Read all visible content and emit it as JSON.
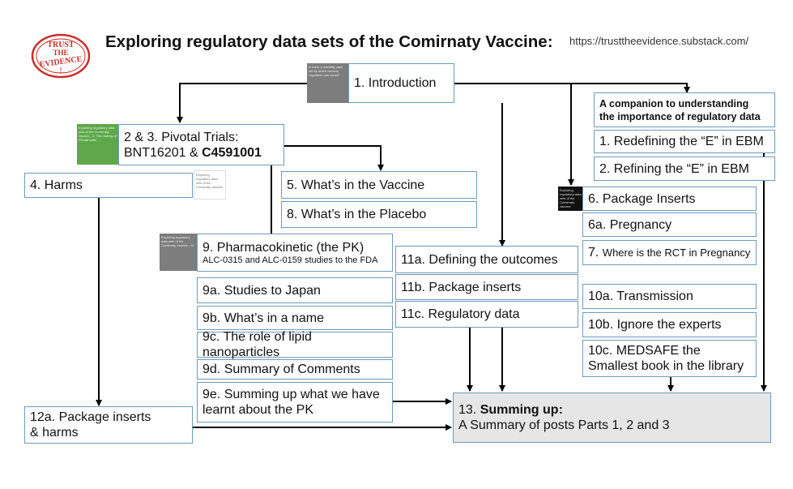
{
  "logo": {
    "line1": "TRUST",
    "line2": "THE",
    "line3": "EVIDENCE",
    "line4": "!"
  },
  "header": {
    "title": "Exploring regulatory data sets of the Comirnaty Vaccine",
    "title_suffix": ":",
    "url": "https://trusttheevidence.substack.com/"
  },
  "boxes": {
    "intro": "1. Introduction",
    "pivotal_line1": "2 & 3. Pivotal Trials:",
    "pivotal_line2": "BNT16201 & ",
    "pivotal_line2_bold": "C4591001",
    "harms": "4. Harms",
    "vaccine": "5. What’s in the  Vaccine",
    "placebo": "8. What’s in  the  Placebo",
    "pk_line1": "9. Pharmacokinetic (the PK)",
    "pk_line2": "ALC-0315 and ALC-0159 studies to the FDA",
    "japan": "9a. Studies to Japan",
    "name": "9b. What’s in a name",
    "lipid": "9c. The role of  lipid nanoparticles",
    "comments": "9d. Summary of Comments",
    "summing_pk_line1": "9e. Summing up what we have",
    "summing_pk_line2": "learnt about the PK",
    "outcomes": "11a. Defining the outcomes",
    "inserts_11b": "11b. Package inserts",
    "regulatory": "11c. Regulatory data",
    "pkg_harms_line1": "12a. Package inserts",
    "pkg_harms_line2": "& harms",
    "summary_prefix": "13. ",
    "summary_bold": "Summing up:",
    "summary_line2": "A Summary of posts Parts  1, 2 and 3",
    "companion_line1": "A companion to understanding",
    "companion_line2": "the importance of regulatory data",
    "redefining": "1. Redefining the “E” in EBM",
    "refining": "2. Refining the “E” in EBM",
    "pkg6": "6. Package Inserts",
    "pregnancy": "6a. Pregnancy",
    "rct_prefix": "7. ",
    "rct_rest": "Where is the  RCT in Pregnancy",
    "transmission": "10a. Transmission",
    "experts": "10b. Ignore the experts",
    "medsafe_line1": "10c. MEDSAFE the",
    "medsafe_line2": "Smallest book in the library"
  },
  "thumbnails": {
    "intro_thumb": "Is there a mortality case set by which vaccine regulation can count?",
    "pivotal_thumb": "Exploring regulatory data sets of the Comirnaty vaccine - II. The making of Pivotal trials",
    "harms_thumb": "Exploring regulatory data sets of the Comirnaty vaccine",
    "pk_thumb": "Exploring regulatory data sets of the Comirnaty vaccine - IV",
    "pkg6_thumb": "Exploring regulatory data sets of the Comirnaty vaccine"
  },
  "colors": {
    "box_border": "#6f9bb8",
    "arrow": "#000000",
    "summary_fill": "#e6e6e6",
    "logo_red": "#c9302c"
  }
}
